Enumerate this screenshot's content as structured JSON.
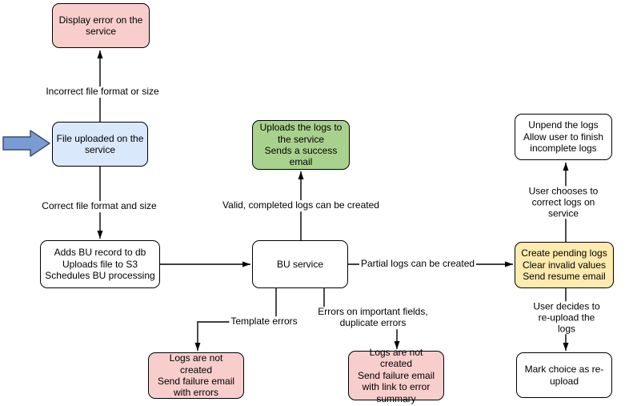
{
  "canvas": {
    "background": "#ffffff"
  },
  "colors": {
    "node_border": "#000000",
    "connector": "#000000",
    "pink": "#f8cecc",
    "blue": "#dae8fc",
    "green": "#a9d18e",
    "yellow": "#ffeab0",
    "white": "#ffffff",
    "input_arrow_fill": "#7a9bd4",
    "input_arrow_stroke": "#3f4e6d"
  },
  "nodes": [
    {
      "id": "display-error",
      "text": "Display error on the\nservice",
      "fill": "#f8cecc"
    },
    {
      "id": "file-uploaded",
      "text": "File uploaded on the\nservice",
      "fill": "#dae8fc"
    },
    {
      "id": "adds-bu-record",
      "text": "Adds BU record to db\nUploads file to S3\nSchedules BU processing",
      "fill": "#ffffff"
    },
    {
      "id": "bu-service",
      "text": "BU service",
      "fill": "#ffffff"
    },
    {
      "id": "uploads-logs",
      "text": "Uploads the logs to\nthe service\nSends a success\nemail",
      "fill": "#a9d18e"
    },
    {
      "id": "create-pending",
      "text": "Create pending logs\nClear invalid values\nSend resume email",
      "fill": "#ffeab0"
    },
    {
      "id": "unpend-logs",
      "text": "Unpend the logs\nAllow user to finish\nincomplete logs",
      "fill": "#ffffff"
    },
    {
      "id": "logs-not-created-template",
      "text": "Logs are not created\nSend failure email\nwith errors",
      "fill": "#f8cecc"
    },
    {
      "id": "logs-not-created-fields",
      "text": "Logs are not created\nSend failure email\nwith link to error\nsummary",
      "fill": "#f8cecc"
    },
    {
      "id": "mark-choice",
      "text": "Mark choice as re-\nupload",
      "fill": "#ffffff"
    }
  ],
  "labels": [
    {
      "id": "incorrect-file",
      "text": "Incorrect file format or size"
    },
    {
      "id": "correct-file",
      "text": "Correct file format and size"
    },
    {
      "id": "valid-completed",
      "text": "Valid, completed logs can be created"
    },
    {
      "id": "partial-logs",
      "text": "Partial logs can be created"
    },
    {
      "id": "template-errors",
      "text": "Template errors"
    },
    {
      "id": "errors-important",
      "text": "Errors on important fields,\nduplicate errors"
    },
    {
      "id": "user-chooses",
      "text": "User chooses to correct logs on service"
    },
    {
      "id": "user-decides",
      "text": "User decides to re-upload the logs"
    }
  ]
}
